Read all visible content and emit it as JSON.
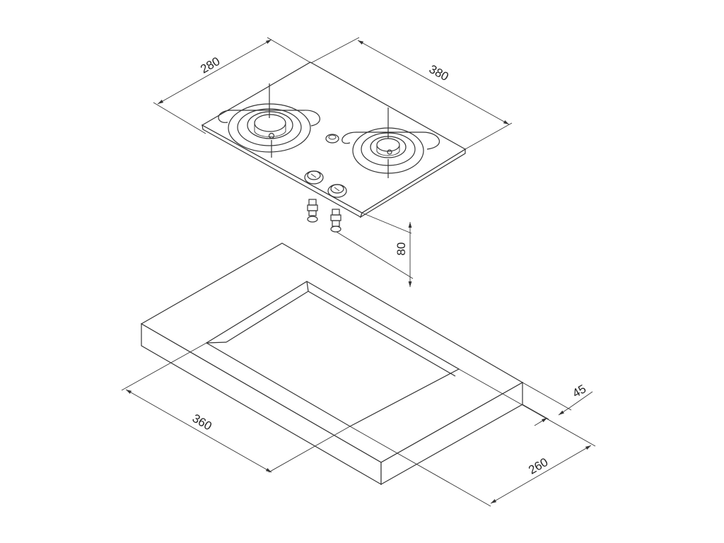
{
  "dimensions": {
    "hob_depth": "280",
    "hob_width": "380",
    "hob_height_below": "80",
    "cutout_width": "360",
    "cutout_depth": "260",
    "worktop_thickness": "45"
  },
  "colors": {
    "line": "#333333",
    "background": "#ffffff"
  }
}
